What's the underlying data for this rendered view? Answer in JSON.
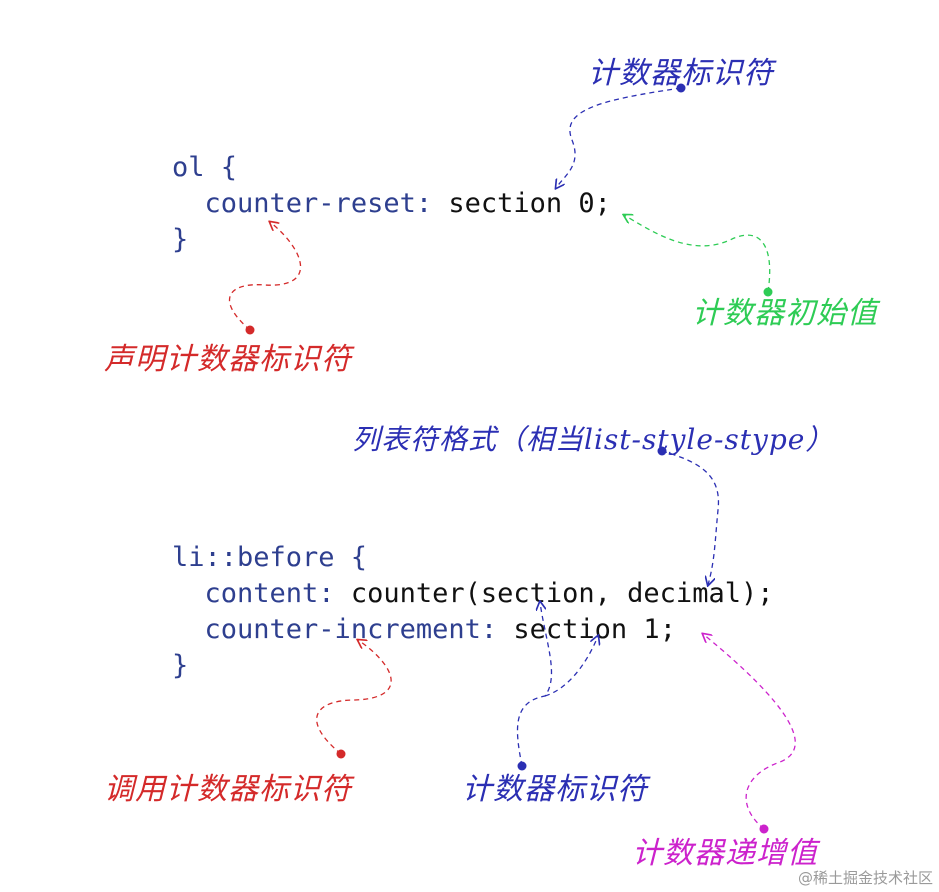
{
  "code_block_1": {
    "line1": "ol {",
    "line2_prop": "counter-reset:",
    "line2_value": "section 0;",
    "line3": "}"
  },
  "code_block_2": {
    "line1": "li::before {",
    "line2_prop": "content:",
    "line2_value": "counter(section, decimal);",
    "line3_prop": "counter-increment:",
    "line3_value": "section 1;",
    "line4": "}"
  },
  "annotations": {
    "counter_identifier_top": "计数器标识符",
    "counter_initial_value": "计数器初始值",
    "declare_counter_identifier": "声明计数器标识符",
    "list_marker_format": "列表符格式（相当list-style-stype）",
    "call_counter_identifier": "调用计数器标识符",
    "counter_identifier_bottom": "计数器标识符",
    "counter_increment_value": "计数器递增值"
  },
  "watermark": "@稀土掘金技术社区",
  "colors": {
    "keyword": "#2e3f8f",
    "value": "#111111",
    "blue_annotation": "#2b2fb3",
    "green_annotation": "#2ecc55",
    "red_annotation": "#d42a2a",
    "magenta_annotation": "#cc22cc"
  }
}
